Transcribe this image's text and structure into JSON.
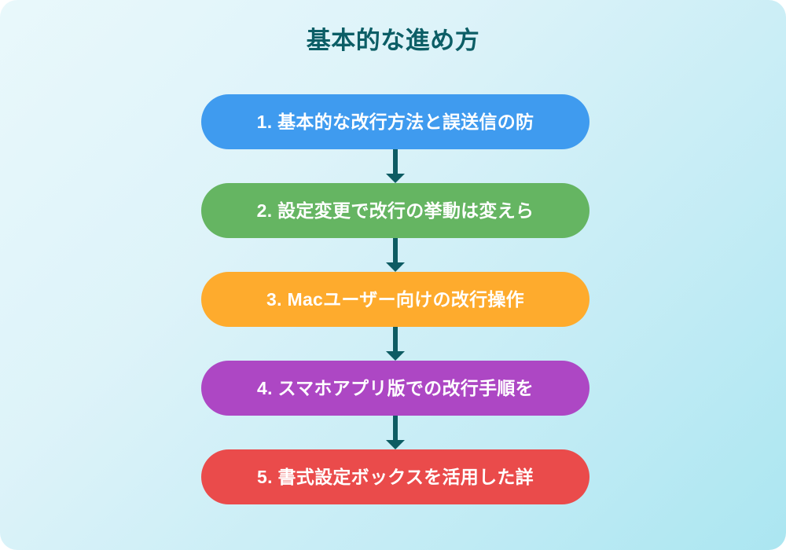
{
  "title": "基本的な進め方",
  "theme": {
    "background_start": "#e9f8fb",
    "background_end": "#abe6f1",
    "title_color": "#0c5e66",
    "arrow_color": "#0d5c63",
    "label_color": "#ffffff"
  },
  "flow": {
    "steps": [
      {
        "number": "1.",
        "label": "1. 基本的な改行方法と誤送信の防",
        "color": "#3f9bef"
      },
      {
        "number": "2.",
        "label": "2. 設定変更で改行の挙動は変えら",
        "color": "#65b562"
      },
      {
        "number": "3.",
        "label": "3. Macユーザー向けの改行操作",
        "color": "#feab2d"
      },
      {
        "number": "4.",
        "label": "4. スマホアプリ版での改行手順を",
        "color": "#ad47c4"
      },
      {
        "number": "5.",
        "label": "5. 書式設定ボックスを活用した詳",
        "color": "#ea4b4b"
      }
    ],
    "connector_count": 4,
    "connector_icon": "arrow-down-icon"
  }
}
